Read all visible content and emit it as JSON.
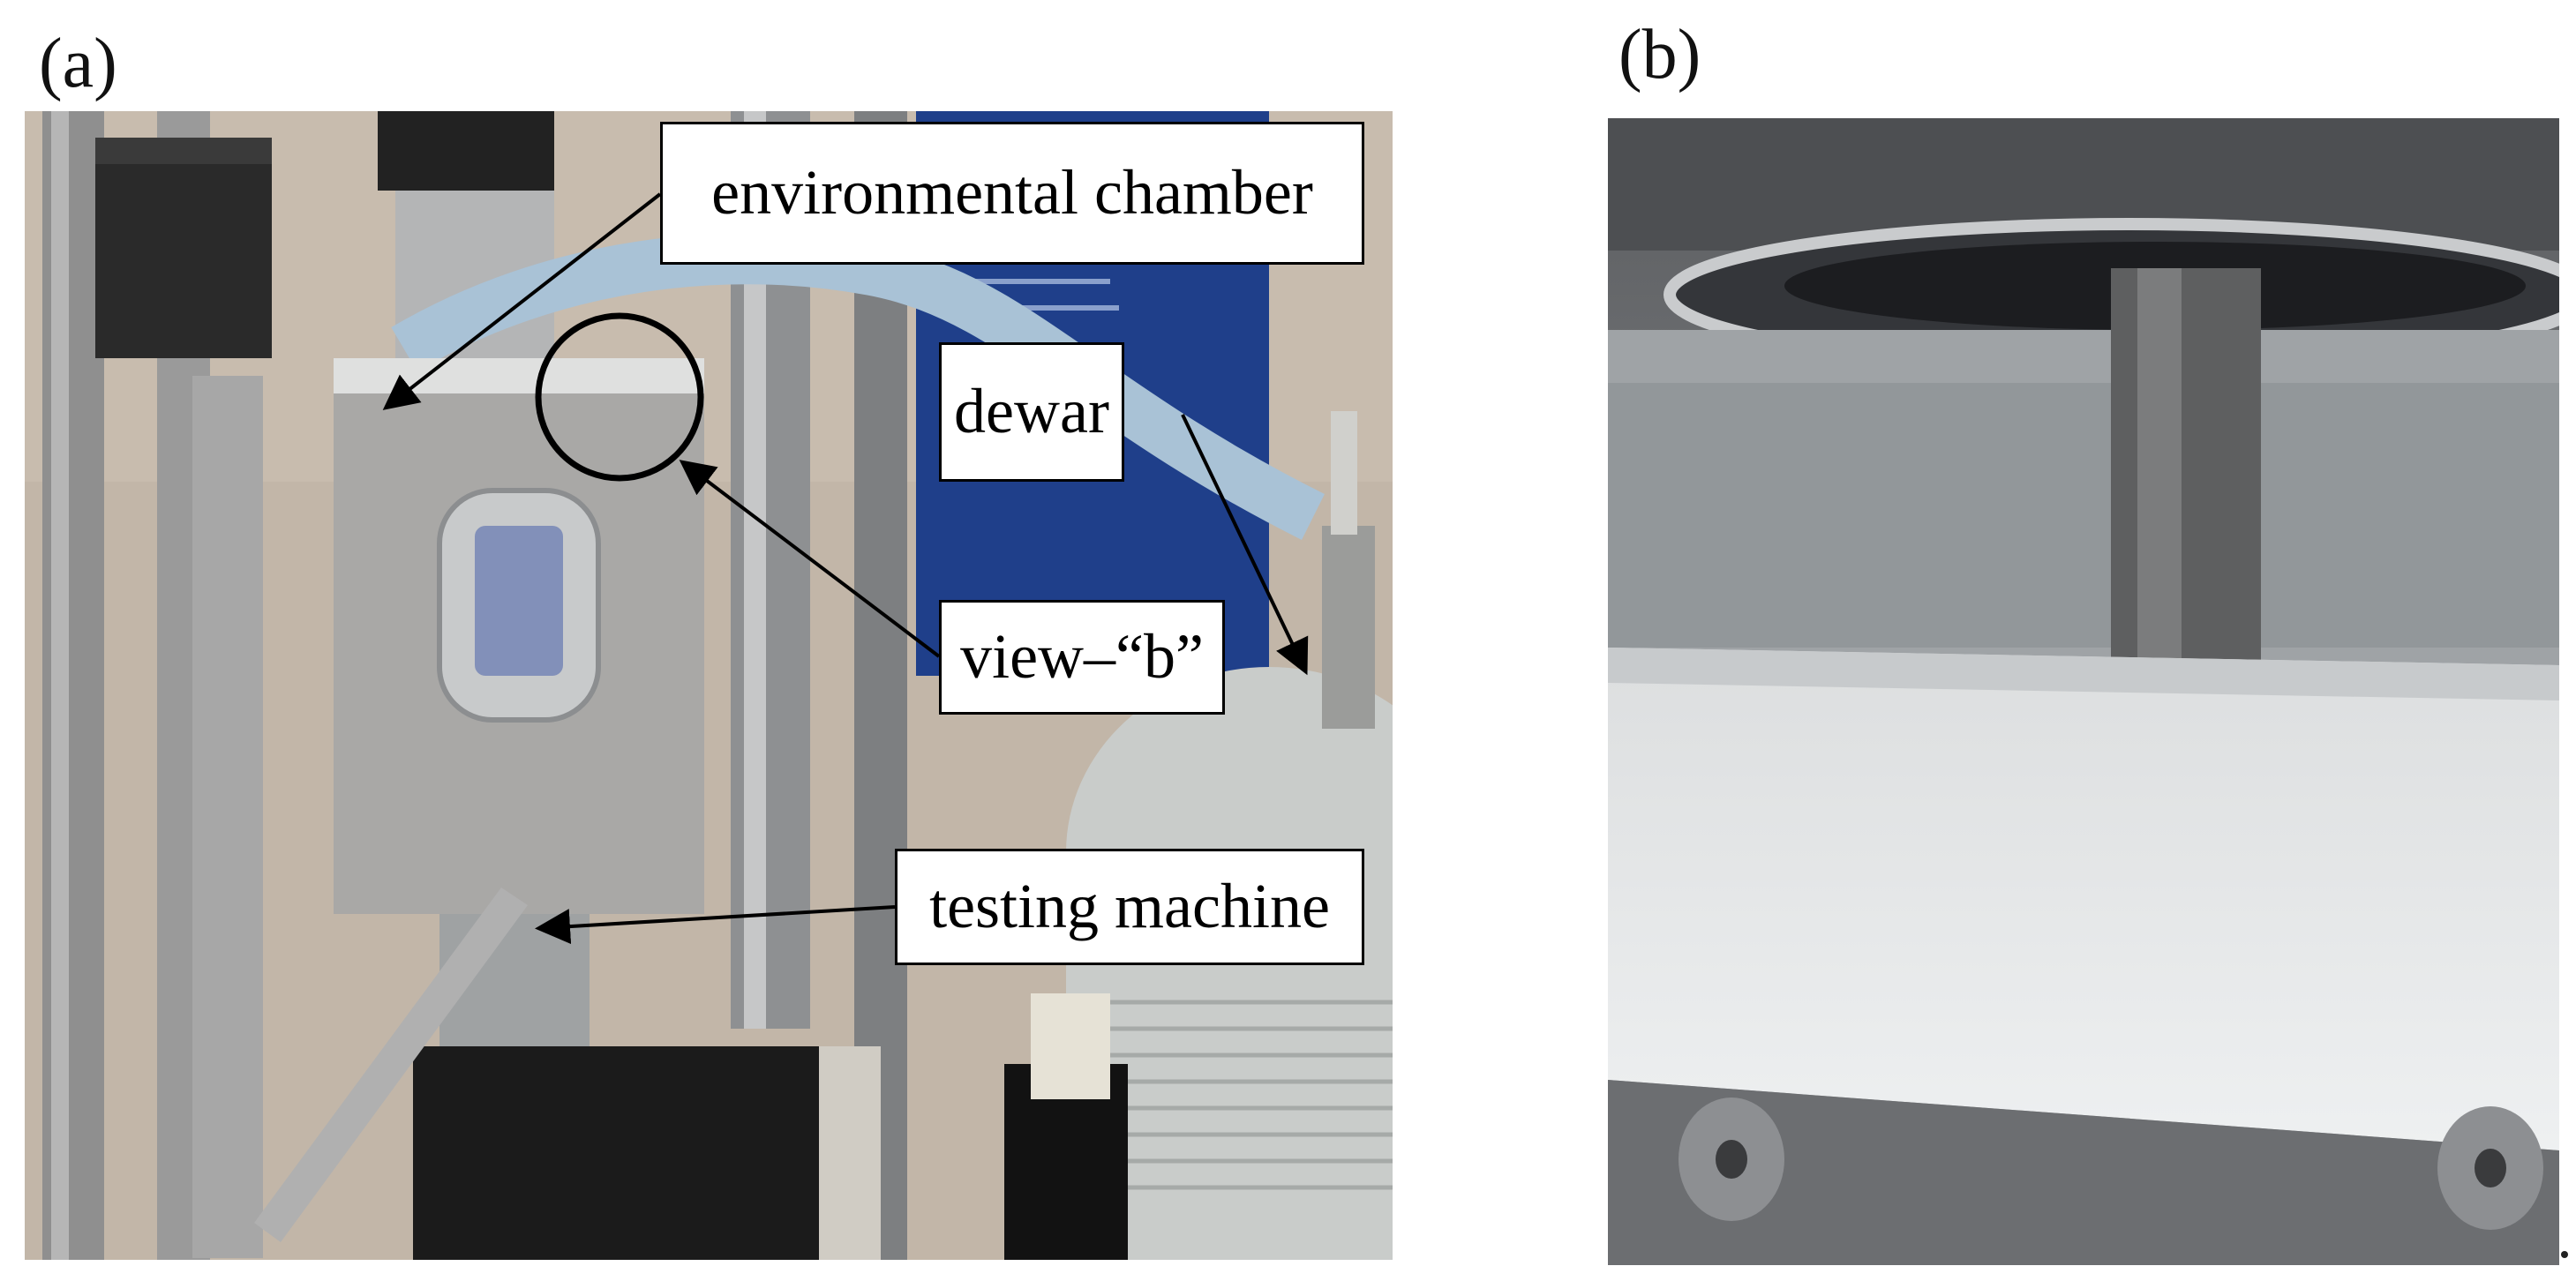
{
  "panels": {
    "a": {
      "letter": "(a)"
    },
    "b": {
      "letter": "(b)"
    }
  },
  "callouts": {
    "environmental_chamber": "environmental chamber",
    "dewar": "dewar",
    "view_b": "view–“b”",
    "testing_machine": "testing machine"
  },
  "colors": {
    "wall": "#bfb2a4",
    "chamber_aluminum": "#a9a8a6",
    "poster_blue": "#1f3f8a",
    "insulation_hose": "#a9c2d6",
    "dewar_gray": "#c9ccca",
    "machine_black": "#1b1b1b",
    "frost_white": "#e9eaeb",
    "callout_border": "#000000"
  }
}
